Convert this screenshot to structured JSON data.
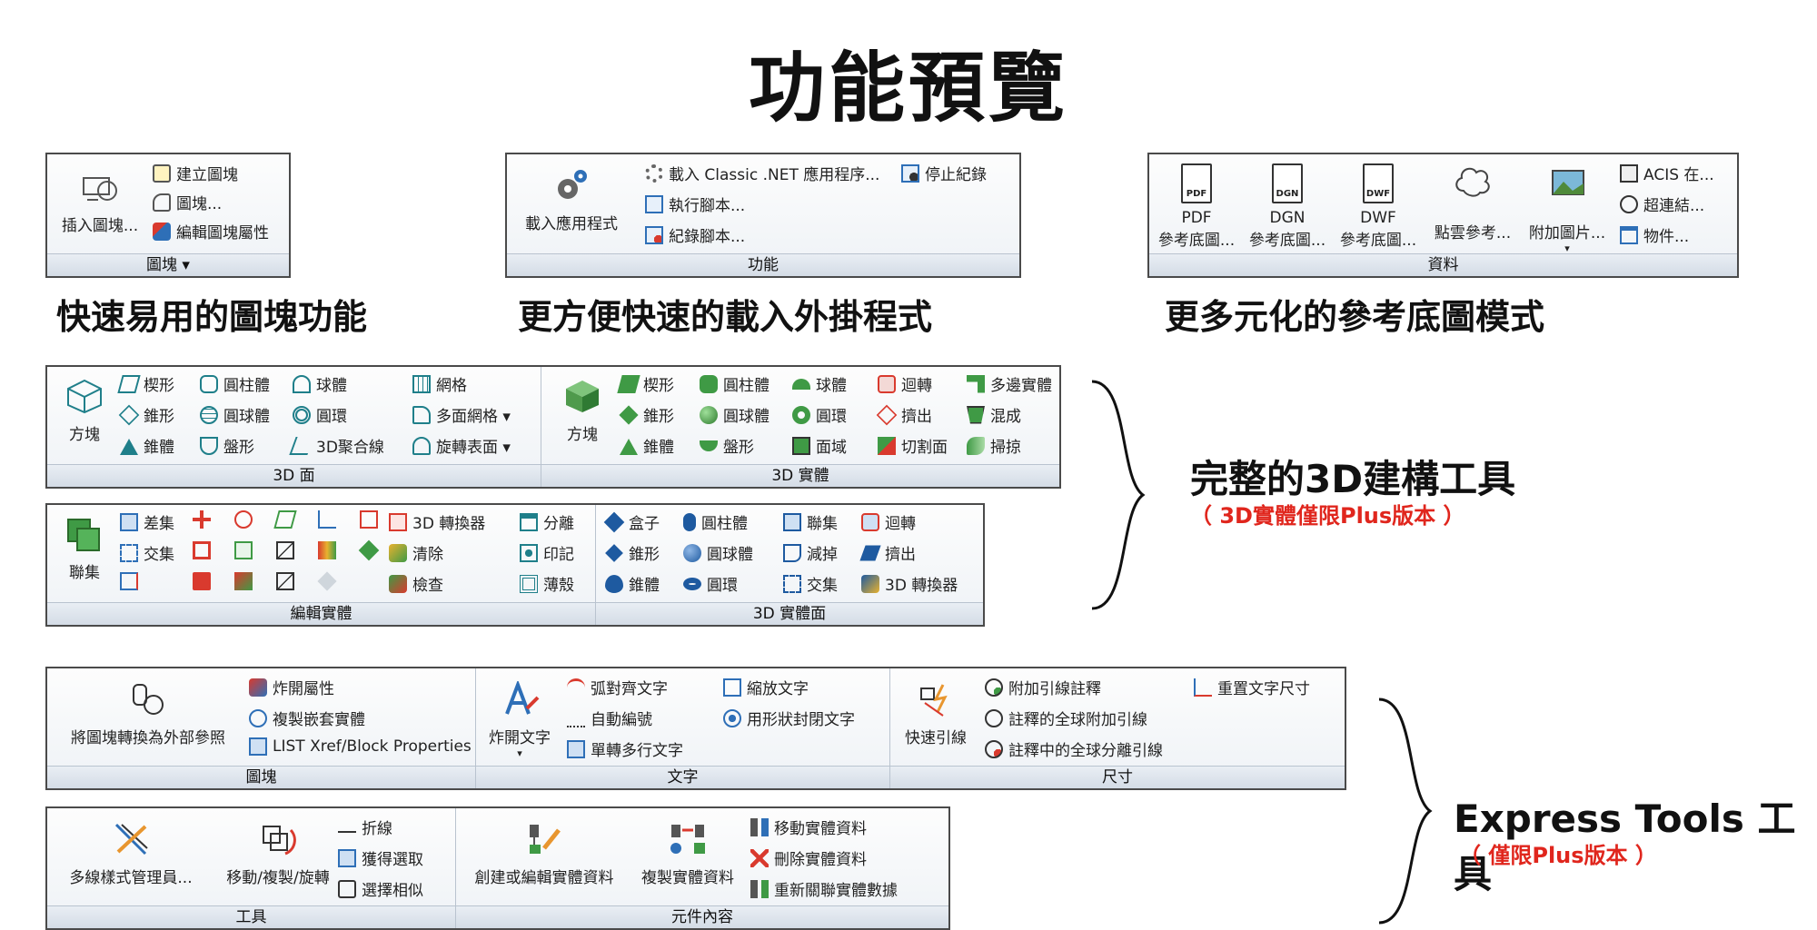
{
  "page_title": "功能預覽",
  "colors": {
    "blue": "#2e6fb7",
    "green": "#34a245",
    "red": "#d93a2e",
    "teal": "#1f7f8a",
    "note": "#e0261d"
  },
  "captions": {
    "block": "快速易用的圖塊功能",
    "addon": "更方便快速的載入外掛程式",
    "xref": "更多元化的參考底圖模式"
  },
  "block_panel": {
    "big": "插入圖塊...",
    "items": [
      "建立圖塊",
      "圖塊...",
      "編輯圖塊屬性"
    ],
    "label": "圖塊 ▾"
  },
  "func_panel": {
    "big": "載入應用程式",
    "items": [
      "載入 Classic .NET 應用程序...",
      "執行腳本...",
      "紀錄腳本...",
      "停止紀錄"
    ],
    "label": "功能"
  },
  "data_panel": {
    "big": [
      {
        "icon": "PDF",
        "l1": "PDF",
        "l2": "參考底圖..."
      },
      {
        "icon": "DGN",
        "l1": "DGN",
        "l2": "參考底圖..."
      },
      {
        "icon": "DWF",
        "l1": "DWF",
        "l2": "參考底圖..."
      }
    ],
    "cloud": "點雲參考...",
    "image": "附加圖片...",
    "image_arrow": "▾",
    "items": [
      "ACIS 在...",
      "超連結...",
      "物件..."
    ],
    "label": "資料"
  },
  "face3d": {
    "big": "方塊",
    "col1": [
      "楔形",
      "錐形",
      "錐體"
    ],
    "col2": [
      "圓柱體",
      "圓球體",
      "盤形"
    ],
    "col3": [
      "球體",
      "圓環",
      "3D聚合線"
    ],
    "col4": [
      "網格",
      "多面網格 ▾",
      "旋轉表面 ▾"
    ],
    "label": "3D 面"
  },
  "solid3d": {
    "big": "方塊",
    "col1": [
      "楔形",
      "錐形",
      "錐體"
    ],
    "col2": [
      "圓柱體",
      "圓球體",
      "盤形"
    ],
    "col3": [
      "球體",
      "圓環",
      "面域"
    ],
    "col4": [
      "迴轉",
      "擠出",
      "切割面"
    ],
    "col5": [
      "多邊實體",
      "混成",
      "掃掠"
    ],
    "label": "3D 實體"
  },
  "editsolid": {
    "big": "聯集",
    "col1": [
      "差集",
      "交集"
    ],
    "col4": [
      "3D 轉換器",
      "清除",
      "檢查"
    ],
    "col5": [
      "分離",
      "印記",
      "薄殼"
    ],
    "label": "編輯實體"
  },
  "solidface": {
    "col1": [
      "盒子",
      "錐形",
      "錐體"
    ],
    "col2": [
      "圓柱體",
      "圓球體",
      "圓環"
    ],
    "col3": [
      "聯集",
      "減掉",
      "交集"
    ],
    "col4": [
      "迴轉",
      "擠出",
      "3D 轉換器"
    ],
    "label": "3D 實體面"
  },
  "side_3d": {
    "title": "完整的3D建構工具",
    "note": "（ 3D實體僅限Plus版本 ）"
  },
  "ex_block": {
    "big": "將圖塊轉換為外部參照",
    "items": [
      "炸開屬性",
      "複製嵌套實體",
      "LIST Xref/Block Properties"
    ],
    "label": "圖塊"
  },
  "ex_text": {
    "big": "炸開文字",
    "big_arrow": "▾",
    "items": [
      "弧對齊文字",
      "自動編號",
      "單轉多行文字",
      "縮放文字",
      "用形狀封閉文字"
    ],
    "label": "文字"
  },
  "ex_dim": {
    "big": "快速引線",
    "items": [
      "附加引線註釋",
      "註釋的全球附加引線",
      "註釋中的全球分離引線",
      "重置文字尺寸"
    ],
    "label": "尺寸"
  },
  "ex_tools": {
    "big1": "多線樣式管理員...",
    "big2": "移動/複製/旋轉",
    "items": [
      "折線",
      "獲得選取",
      "選擇相似"
    ],
    "label": "工具"
  },
  "ex_comp": {
    "big1": "創建或編輯實體資料",
    "big2": "複製實體資料",
    "items": [
      "移動實體資料",
      "刪除實體資料",
      "重新關聯實體數據"
    ],
    "label": "元件內容"
  },
  "side_ex": {
    "title": "Express Tools 工具",
    "note": "（ 僅限Plus版本 ）"
  }
}
